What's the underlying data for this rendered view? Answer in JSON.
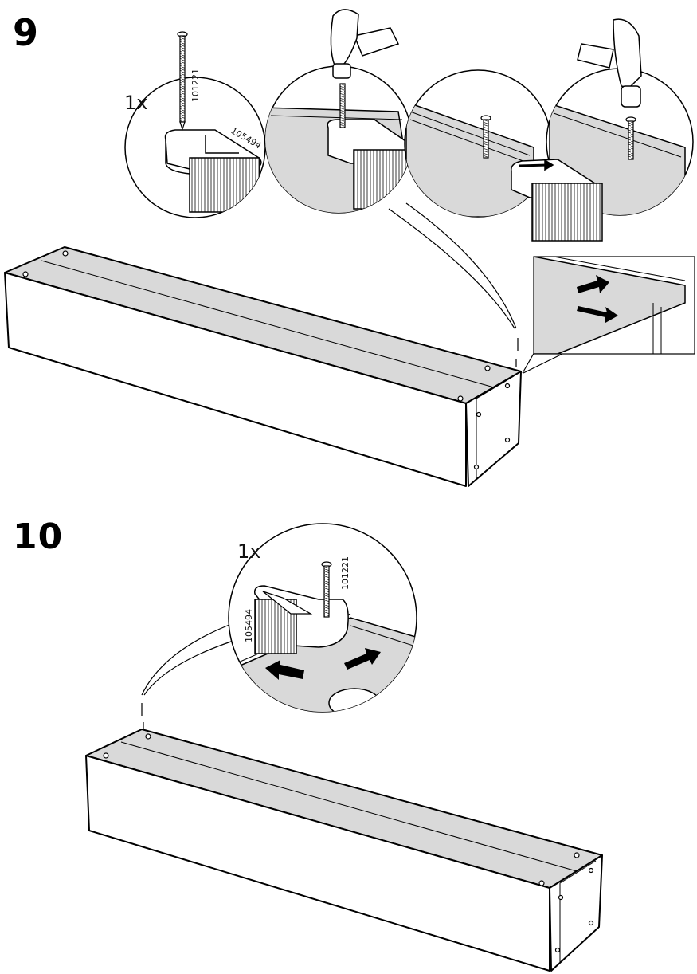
{
  "steps": [
    {
      "number": "9",
      "quantity": "1x",
      "part_codes": {
        "nail": "101221",
        "part": "105494"
      }
    },
    {
      "number": "10",
      "quantity": "1x",
      "part_codes": {
        "nail": "101221",
        "part": "105494"
      }
    }
  ],
  "colors": {
    "panel": "#d9d9d9",
    "stroke": "#000000",
    "background": "#ffffff"
  }
}
